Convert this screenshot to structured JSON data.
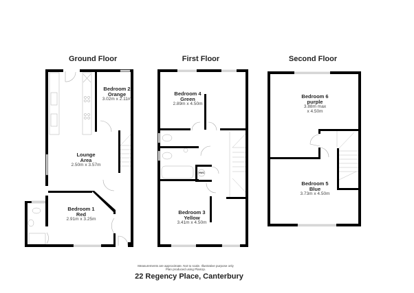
{
  "floors": [
    {
      "title": "Ground Floor",
      "rooms": [
        {
          "name": "Bedroom 2",
          "sub": "Orange",
          "dims": "3.02m x 2.11m"
        },
        {
          "name": "Lounge",
          "sub": "Area",
          "dims": "2.50m x 3.57m"
        },
        {
          "name": "Bedroom 1",
          "sub": "Red",
          "dims": "2.91m x 3.25m"
        }
      ]
    },
    {
      "title": "First Floor",
      "rooms": [
        {
          "name": "Bedroom 4",
          "sub": "Green",
          "dims": "2.89m x 4.50m"
        },
        {
          "name": "Bedroom 3",
          "sub": "Yellow",
          "dims": "3.41m x 4.50m"
        }
      ],
      "labels": {
        "hwc": "HWC"
      }
    },
    {
      "title": "Second Floor",
      "rooms": [
        {
          "name": "Bedroom 6",
          "sub": "purple",
          "dims": "3.88m max",
          "dims2": "x 4.50m"
        },
        {
          "name": "Bedroom 5",
          "sub": "Blue",
          "dims": "3.73m x 4.50m"
        }
      ]
    }
  ],
  "footer": {
    "disclaimer_line1": "Measurements are approximate. Not to scale. Illustrative purpose only",
    "disclaimer_line2": "Plan produced using PlanUp.",
    "address": "22 Regency Place, Canterbury"
  },
  "colors": {
    "wall": "#000000",
    "window": "#dcdcdc",
    "fixture": "#999999",
    "background": "#ffffff"
  }
}
